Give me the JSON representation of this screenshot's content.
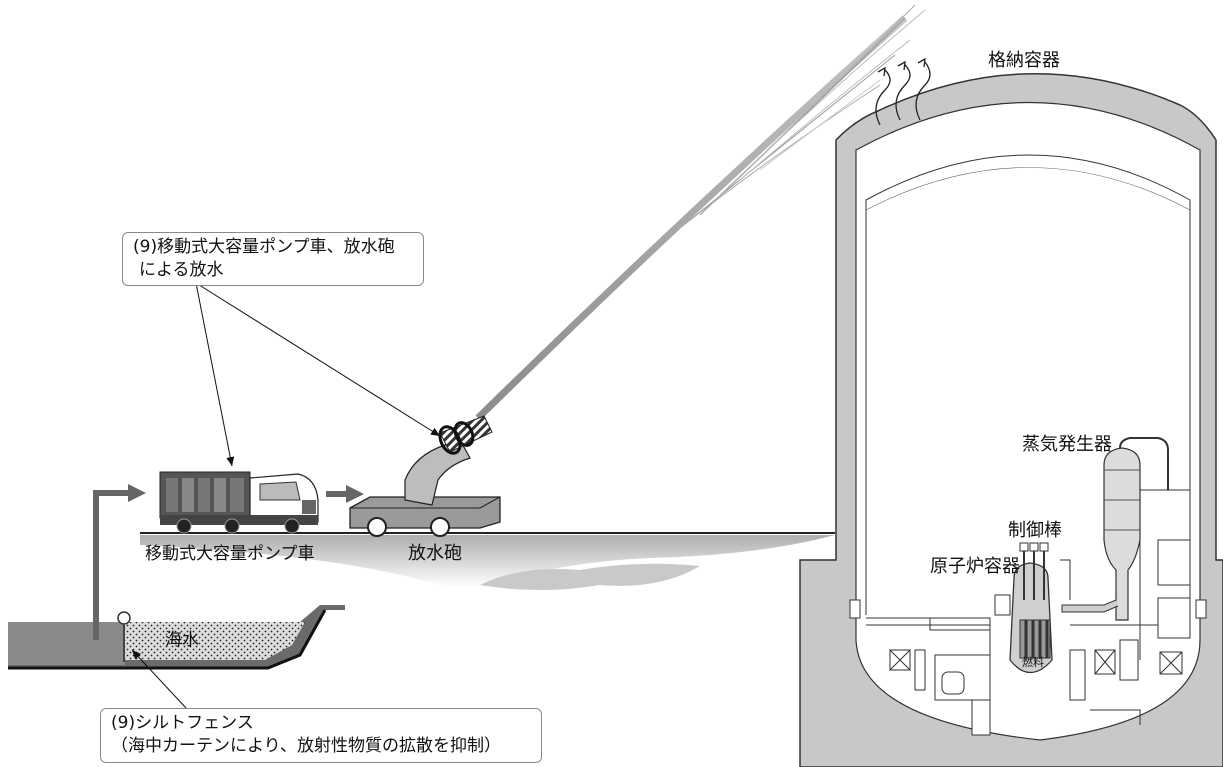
{
  "callouts": {
    "cannon": {
      "line1": "(9)移動式大容量ポンプ車、放水砲",
      "line2": "による放水"
    },
    "fence": {
      "line1": "(9)シルトフェンス",
      "line2": "（海中カーテンにより、放射性物質の拡散を抑制）"
    }
  },
  "labels": {
    "containment": "格納容器",
    "steam_generator": "蒸気発生器",
    "control_rod": "制御棒",
    "reactor_vessel": "原子炉容器",
    "fuel": "燃料",
    "pump_truck": "移動式大容量ポンプ車",
    "water_cannon": "放水砲",
    "seawater": "海水"
  }
}
